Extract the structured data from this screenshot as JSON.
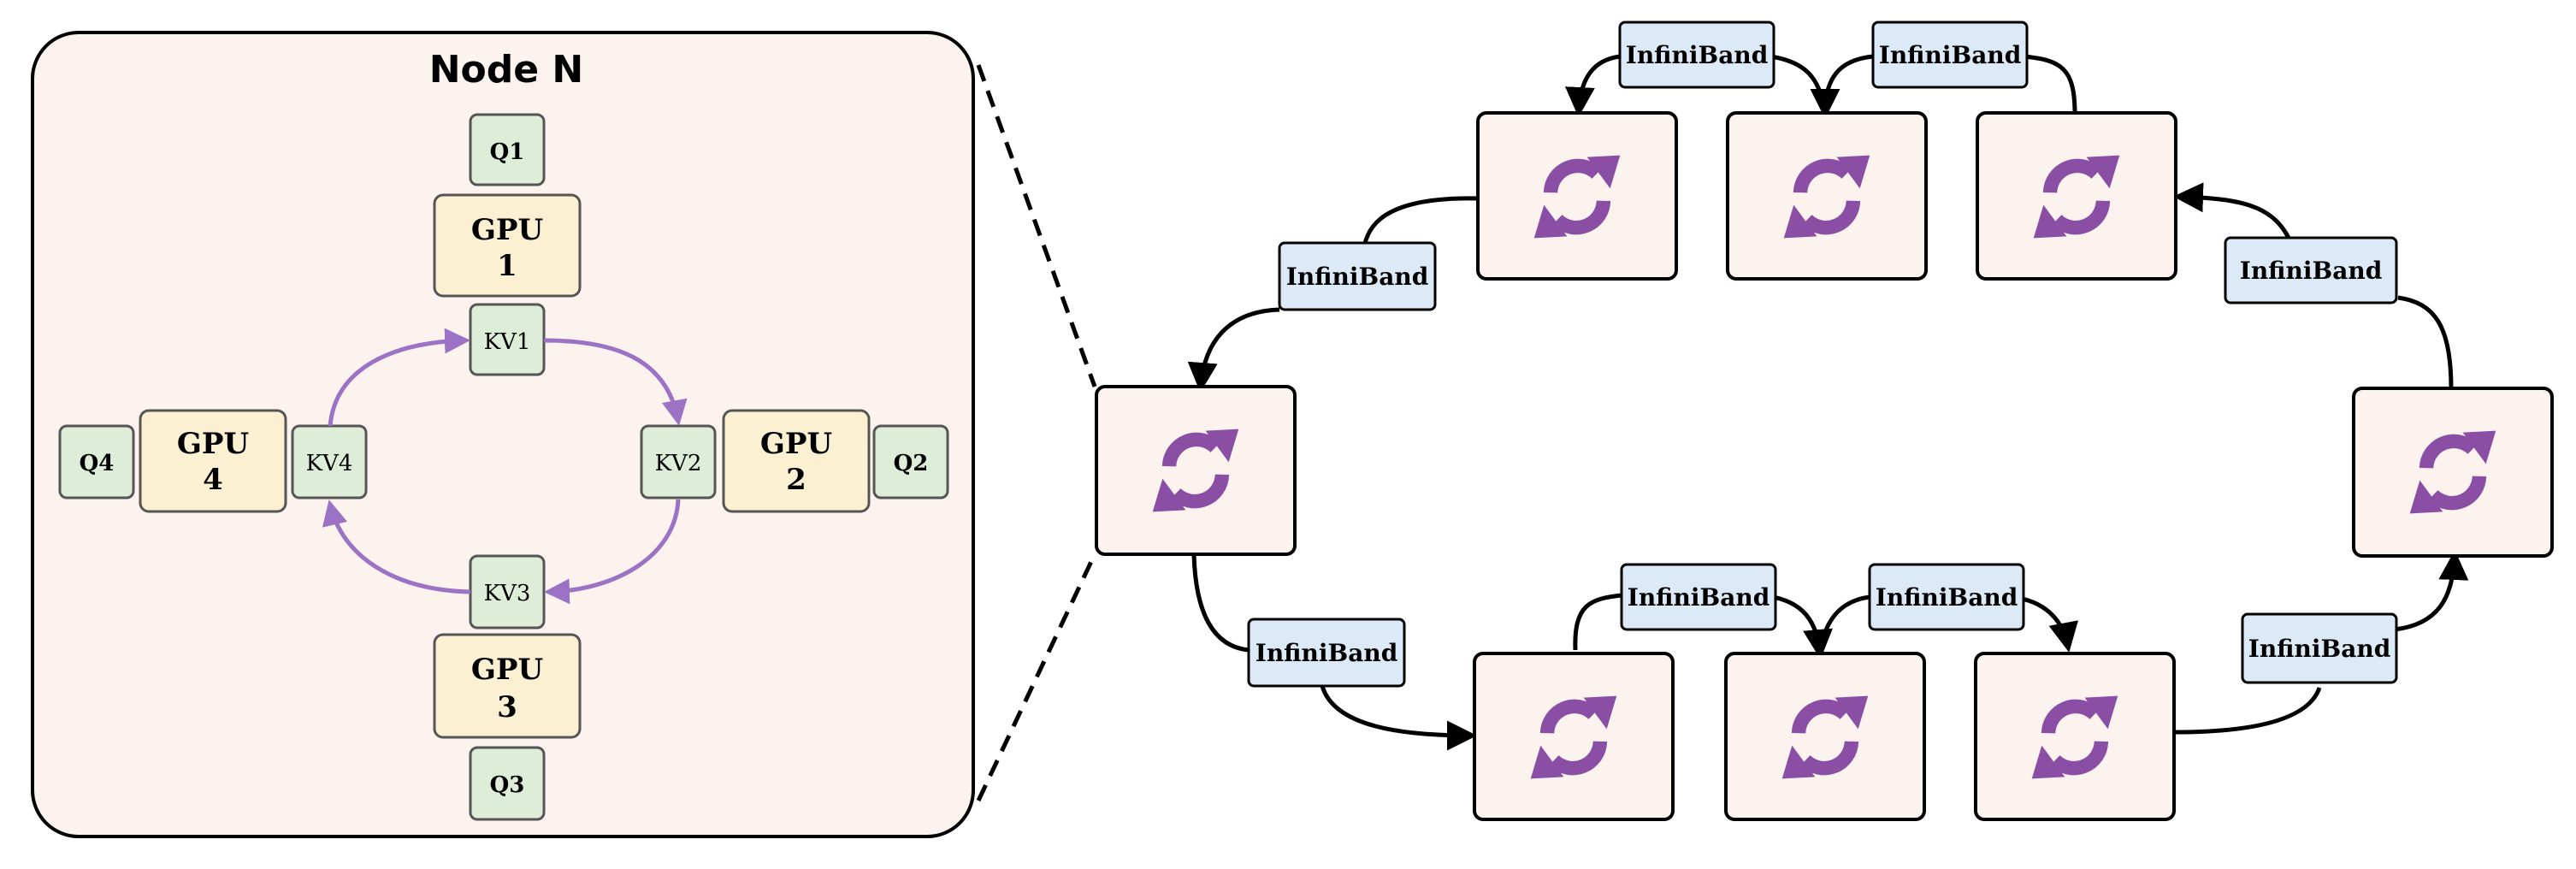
{
  "node": {
    "title": "Node N",
    "gpus": [
      {
        "label": "GPU",
        "index": "1",
        "q": "Q1",
        "kv": "KV1"
      },
      {
        "label": "GPU",
        "index": "2",
        "q": "Q2",
        "kv": "KV2"
      },
      {
        "label": "GPU",
        "index": "3",
        "q": "Q3",
        "kv": "KV3"
      },
      {
        "label": "GPU",
        "index": "4",
        "q": "Q4",
        "kv": "KV4"
      }
    ]
  },
  "interconnect": {
    "labels": [
      "InfiniBand",
      "InfiniBand",
      "InfiniBand",
      "InfiniBand",
      "InfiniBand",
      "InfiniBand",
      "InfiniBand",
      "InfiniBand"
    ]
  },
  "ring": {
    "node_count": 8,
    "node_icon": "sync-icon"
  },
  "colors": {
    "node_panel_fill": "#fdf3ee",
    "gpu_fill": "#fbf0d2",
    "tensor_fill": "#deedd8",
    "infiniband_fill": "#dce9f6",
    "ring_node_fill": "#fdf3ee",
    "sync_icon": "#8a4ea4",
    "kv_arrow": "#9b72c4",
    "edge": "#000000"
  }
}
